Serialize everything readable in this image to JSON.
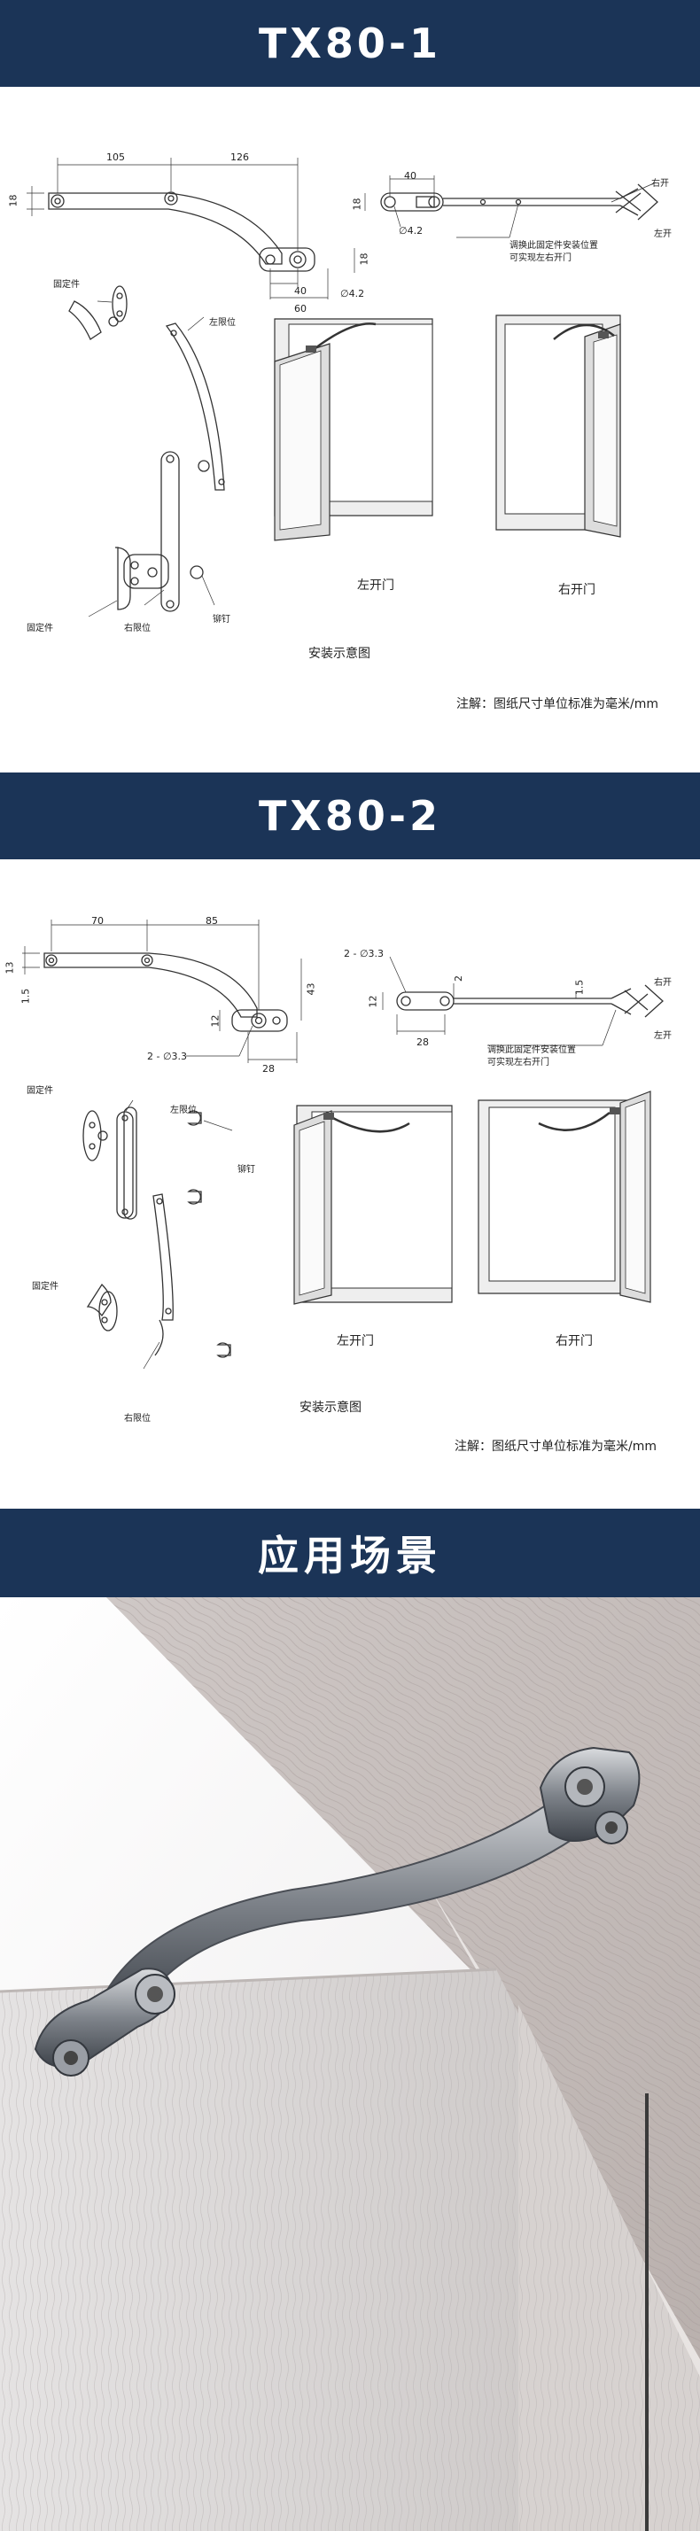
{
  "sections": {
    "tx80_1": {
      "title": "TX80-1",
      "dims": {
        "d105": "105",
        "d126": "126",
        "d18a": "18",
        "d40": "40",
        "d60": "60",
        "d18b": "18",
        "phi42a": "∅4.2",
        "phi42b": "∅4.2",
        "top40": "40",
        "top18": "18",
        "top_phi": "∅4.2"
      },
      "callout_note_1": "调换此固定件安装位置",
      "callout_note_2": "可实现左右开门",
      "right_open_top": "右开",
      "left_open_top": "左开",
      "parts": {
        "fixed_top": "固定件",
        "left_limit": "左限位",
        "fixed_bottom": "固定件",
        "right_limit": "右限位",
        "rivet": "铆钉"
      },
      "left_door": "左开门",
      "right_door": "右开门",
      "install_caption": "安装示意图",
      "unit_note": "注解：图纸尺寸单位标准为毫米/mm"
    },
    "tx80_2": {
      "title": "TX80-2",
      "dims": {
        "d70": "70",
        "d85": "85",
        "d13": "13",
        "d15": "1.5",
        "d43": "43",
        "d12": "12",
        "d28": "28",
        "phi33": "2 - ∅3.3",
        "top_phi": "2 - ∅3.3",
        "top12": "12",
        "top28": "28",
        "top2": "2",
        "top15": "1.5"
      },
      "callout_note_1": "调换此固定件安装位置",
      "callout_note_2": "可实现左右开门",
      "right_open_top": "右开",
      "left_open_top": "左开",
      "parts": {
        "fixed_top": "固定件",
        "left_limit": "左限位",
        "rivet": "铆钉",
        "fixed_bottom": "固定件",
        "right_limit": "右限位"
      },
      "left_door": "左开门",
      "right_door": "右开门",
      "install_caption": "安装示意图",
      "unit_note": "注解：图纸尺寸单位标准为毫米/mm"
    },
    "scene": {
      "title": "应用场景"
    }
  },
  "colors": {
    "banner": "#1b3457",
    "line": "#333333",
    "wood_light": "#d9d4d2",
    "steel": "#8a8d93"
  }
}
